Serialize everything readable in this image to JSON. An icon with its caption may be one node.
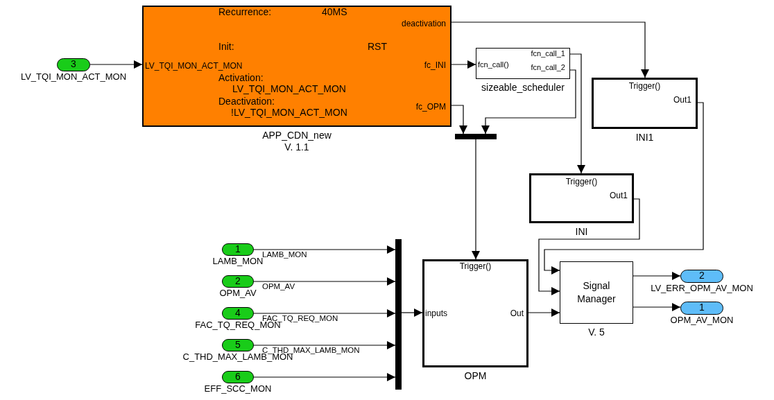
{
  "diagram": {
    "nodes": [
      {
        "text": [
          "3"
        ],
        "beside": [
          "LV_TQI_MON_ACT_MON"
        ]
      },
      {
        "text": [
          "Recurrence:",
          "40MS",
          "deactivation",
          "Init:",
          "RST",
          "LV_TQI_MON_ACT_MON",
          "fc_INI",
          "Activation:",
          "LV_TQI_MON_ACT_MON",
          "Deactivation:",
          "!LV_TQI_MON_ACT_MON",
          "fc_OPM"
        ],
        "beside": [
          "APP_CDN_new",
          "V. 1.1"
        ]
      },
      {
        "text": [
          "fcn_call()",
          "fcn_call_1",
          "fcn_call_2"
        ],
        "beside": [
          "sizeable_scheduler"
        ]
      },
      {
        "text": [],
        "shape": "bar"
      },
      {
        "text": [
          "Trigger()",
          "Out1"
        ],
        "beside": [
          "INI1"
        ]
      },
      {
        "text": [
          "Trigger()",
          "Out1"
        ],
        "beside": [
          "INI"
        ]
      },
      {
        "text": [
          "1"
        ],
        "beside": [
          "LAMB_MON"
        ]
      },
      {
        "text": [
          "2"
        ],
        "beside": [
          "OPM_AV"
        ]
      },
      {
        "text": [
          "4"
        ],
        "beside": [
          "FAC_TQ_REQ_MON"
        ]
      },
      {
        "text": [
          "5"
        ],
        "beside": [
          "C_THD_MAX_LAMB_MON"
        ]
      },
      {
        "text": [
          "6"
        ],
        "beside": [
          "EFF_SCC_MON"
        ]
      },
      {
        "text": [],
        "shape": "bar"
      },
      {
        "text": [
          "Trigger()",
          "inputs",
          "Out"
        ],
        "beside": [
          "OPM"
        ]
      },
      {
        "text": [
          "Signal Manager"
        ],
        "beside": [
          "V. 5"
        ]
      },
      {
        "text": [
          "2"
        ],
        "beside": [
          "LV_ERR_OPM_AV_MON"
        ]
      },
      {
        "text": [
          "1"
        ],
        "beside": [
          "OPM_AV_MON"
        ]
      }
    ],
    "edges": [
      {
        "from": 0,
        "to": 1,
        "arrow": "to"
      },
      {
        "from": 1,
        "to": 4,
        "arrow": "to"
      },
      {
        "from": 1,
        "to": 2,
        "arrow": "to"
      },
      {
        "from": 1,
        "to": 3,
        "arrow": "to"
      },
      {
        "from": 2,
        "to": 3,
        "arrow": "to"
      },
      {
        "from": 2,
        "to": 5,
        "arrow": "to"
      },
      {
        "from": 3,
        "to": 12,
        "arrow": "to"
      },
      {
        "from": 5,
        "to": 13,
        "arrow": "to"
      },
      {
        "from": 4,
        "to": 13,
        "arrow": "to"
      },
      {
        "from": 12,
        "to": 13,
        "arrow": "to"
      },
      {
        "from": 13,
        "to": 14,
        "arrow": "to"
      },
      {
        "from": 13,
        "to": 15,
        "arrow": "to"
      },
      {
        "from": 6,
        "to": 11,
        "arrow": "to",
        "label": "LAMB_MON"
      },
      {
        "from": 7,
        "to": 11,
        "arrow": "to",
        "label": "OPM_AV"
      },
      {
        "from": 8,
        "to": 11,
        "arrow": "to",
        "label": "FAC_TQ_REQ_MON"
      },
      {
        "from": 9,
        "to": 11,
        "arrow": "to",
        "label": "C_THD_MAX_LAMB_MON"
      },
      {
        "from": 10,
        "to": 11,
        "arrow": "to"
      },
      {
        "from": 11,
        "to": 12,
        "arrow": "to"
      }
    ]
  }
}
